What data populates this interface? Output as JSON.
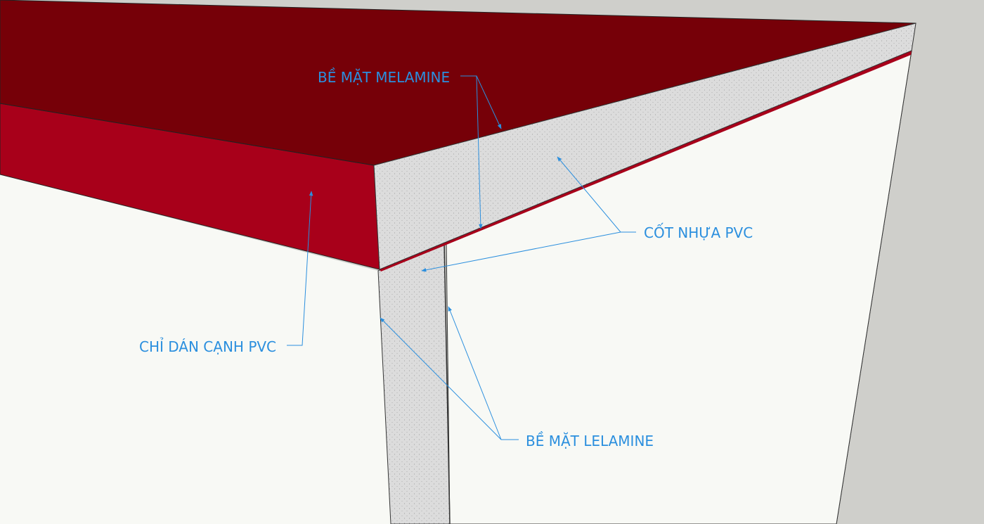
{
  "labels": {
    "melamine_top": "BỀ MẶT MELAMINE",
    "pvc_core": "CỐT NHỰA PVC",
    "pvc_edge": "CHỈ DÁN CẠNH PVC",
    "lelamine_side": "BỀ MẶT LELAMINE"
  },
  "colors": {
    "background": "#cfcfcb",
    "top_surface": "#760008",
    "edge_band": "#a8001a",
    "core_fill": "#dcdcdc",
    "panel_white": "#f8f9f5",
    "annotation": "#2b8fde"
  }
}
